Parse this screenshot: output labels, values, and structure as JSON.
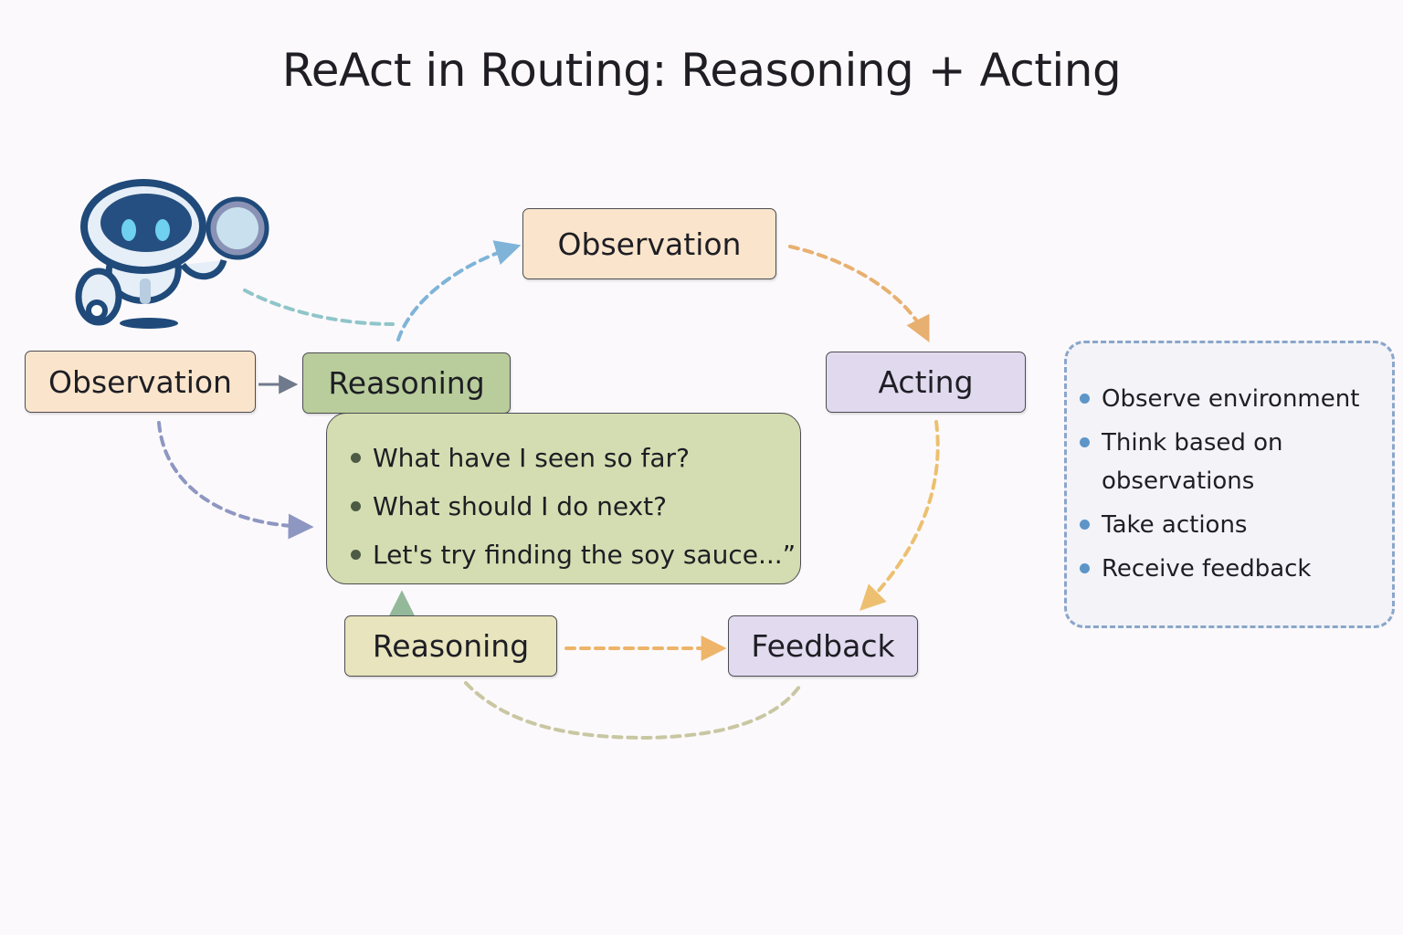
{
  "title": "ReAct in Routing: Reasoning + Acting",
  "nodes": {
    "observation_top": "Observation",
    "observation_left": "Observation",
    "reasoning_top": "Reasoning",
    "acting": "Acting",
    "reasoning_bottom": "Reasoning",
    "feedback": "Feedback"
  },
  "thought_bubble": [
    "What have I seen so far?",
    "What should I do next?",
    "Let's try finding the soy sauce...”"
  ],
  "summary": [
    "Observe environment",
    "Think based on observations",
    "Take actions",
    "Receive feedback"
  ],
  "colors": {
    "observation": "#fae5cc",
    "reasoning_top": "#b9cd9c",
    "bubble": "#d4ddb1",
    "reasoning_bottom": "#e7e4be",
    "acting": "#e1daef",
    "robot": "#1f4a7a"
  }
}
